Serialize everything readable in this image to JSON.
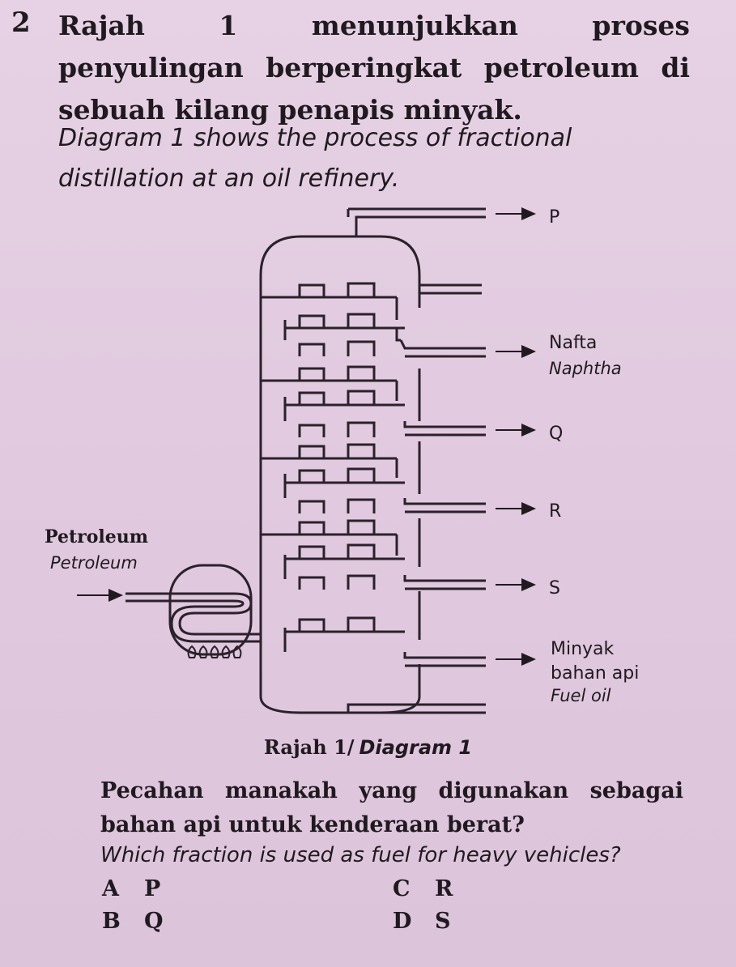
{
  "question": {
    "number": "2",
    "intro_malay": "Rajah 1 menunjukkan proses penyulingan berperingkat petroleum di sebuah kilang penapis minyak.",
    "intro_english": "Diagram 1 shows the process of fractional distillation at an oil refinery."
  },
  "diagram": {
    "labels": {
      "p": "P",
      "nafta": "Nafta",
      "naphtha": "Naphtha",
      "q": "Q",
      "r": "R",
      "s": "S",
      "minyak": "Minyak",
      "bahan": "bahan api",
      "fuel_oil": "Fuel oil",
      "petroleum_malay": "Petroleum",
      "petroleum_english": "Petroleum"
    },
    "caption_malay": "Rajah 1/",
    "caption_english": "Diagram 1"
  },
  "prompt": {
    "malay": "Pecahan manakah yang digunakan sebagai bahan api untuk kenderaan berat?",
    "english": "Which fraction is used as fuel for heavy vehicles?"
  },
  "options": [
    {
      "letter": "A",
      "text": "P"
    },
    {
      "letter": "B",
      "text": "Q"
    },
    {
      "letter": "C",
      "text": "R"
    },
    {
      "letter": "D",
      "text": "S"
    }
  ]
}
